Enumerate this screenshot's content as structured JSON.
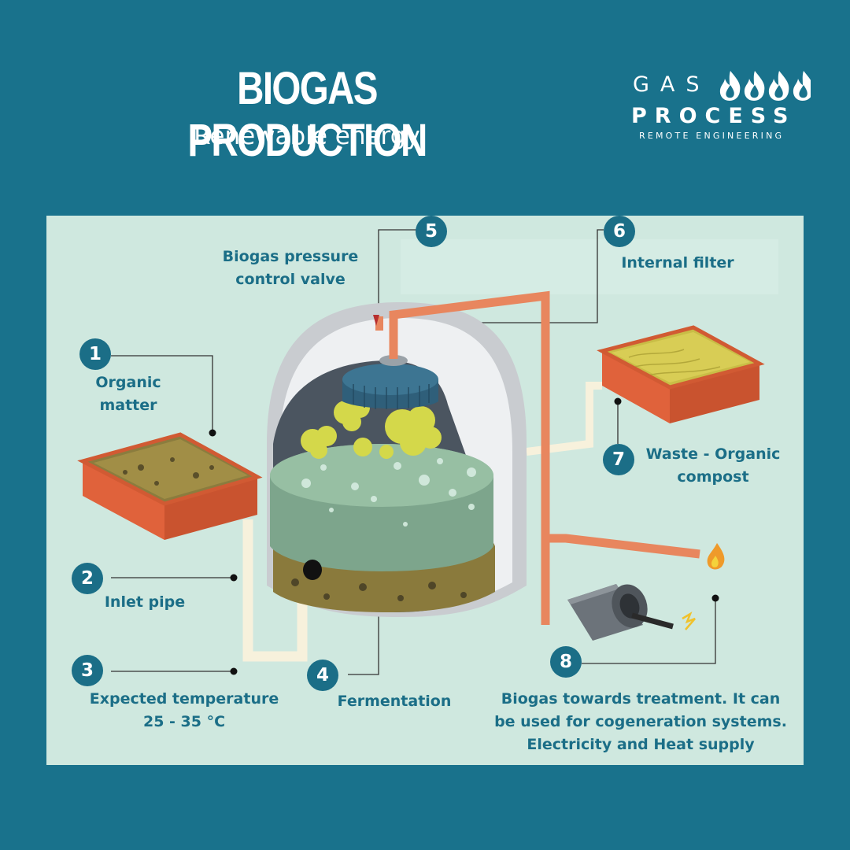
{
  "header": {
    "title": "BIOGAS PRODUCTION",
    "subtitle": "Renewable energy"
  },
  "logo": {
    "line1": "GAS",
    "line2": "PROCESS",
    "line3": "REMOTE ENGINEERING"
  },
  "callouts": [
    {
      "number": "1",
      "lines": [
        "Organic",
        "matter"
      ]
    },
    {
      "number": "2",
      "lines": [
        "Inlet pipe"
      ]
    },
    {
      "number": "3",
      "lines": [
        "Expected temperature",
        "25 - 35 °C"
      ]
    },
    {
      "number": "4",
      "lines": [
        "Fermentation"
      ]
    },
    {
      "number": "5",
      "lines": [
        "Biogas pressure",
        "control valve"
      ]
    },
    {
      "number": "6",
      "lines": [
        "Internal filter"
      ]
    },
    {
      "number": "7",
      "lines": [
        "Waste - Organic",
        "compost"
      ]
    },
    {
      "number": "8",
      "lines": [
        "Biogas towards treatment. It can",
        "be used for cogeneration systems.",
        "Electricity and Heat supply"
      ]
    }
  ],
  "colors": {
    "background": "#19728c",
    "panel": "#cfe8df",
    "accent": "#1b6e87",
    "pipe": "#e8865e",
    "box": "#e5673f"
  }
}
